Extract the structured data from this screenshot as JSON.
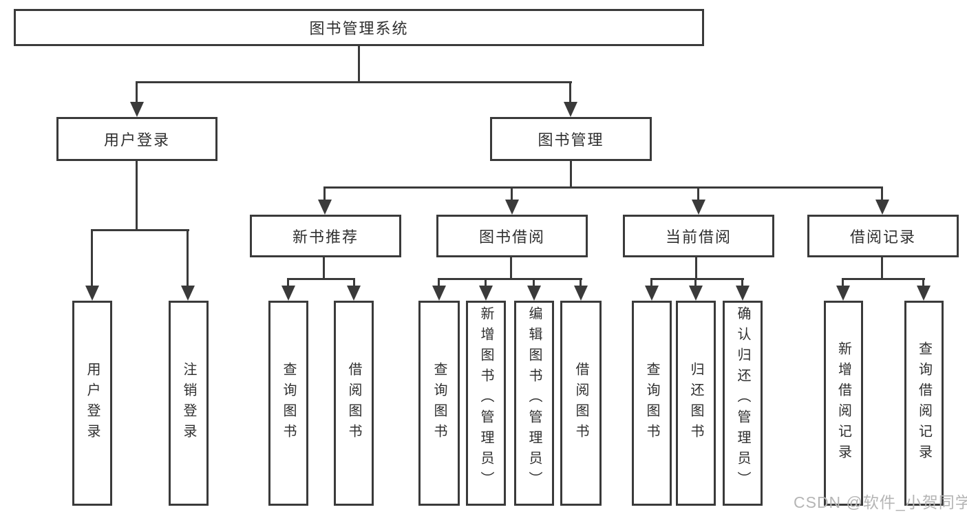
{
  "diagram": {
    "root": {
      "label": "图书管理系统"
    },
    "level2": {
      "user_login": {
        "label": "用户登录"
      },
      "book_mgmt": {
        "label": "图书管理"
      }
    },
    "level3": {
      "new_book": {
        "label": "新书推荐"
      },
      "book_borrow": {
        "label": "图书借阅"
      },
      "current_borrow": {
        "label": "当前借阅"
      },
      "borrow_records": {
        "label": "借阅记录"
      }
    },
    "leaves": {
      "user_login": [
        "用户登录",
        "注销登录"
      ],
      "new_book": [
        "查询图书",
        "借阅图书"
      ],
      "book_borrow": [
        "查询图书",
        "新增图书（管理员）",
        "编辑图书（管理员）",
        "借阅图书"
      ],
      "current_borrow": [
        "查询图书",
        "归还图书",
        "确认归还（管理员）"
      ],
      "borrow_records": [
        "新增借阅记录",
        "查询借阅记录"
      ]
    },
    "colors": {
      "line": "#3a3a3a",
      "text": "#2f2f2f",
      "watermark": "#b5b5b5",
      "background": "#ffffff"
    }
  },
  "watermark": {
    "text": "CSDN @软件_小贺同学"
  }
}
